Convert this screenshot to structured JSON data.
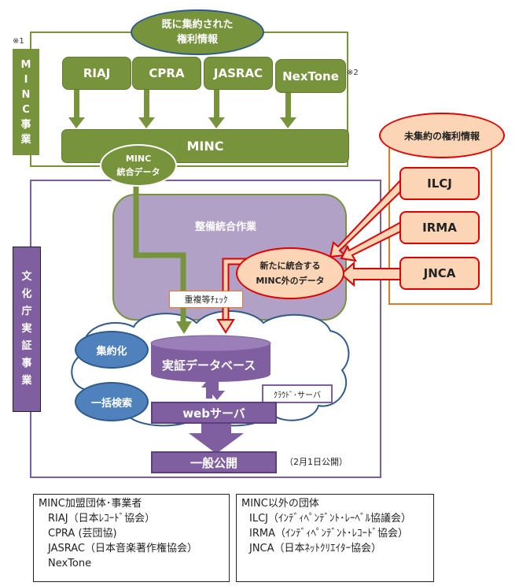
{
  "top_bubble": {
    "line1": "既に集約された",
    "line2": "権利情報"
  },
  "minc_section": {
    "note": "※1",
    "vertical_label": [
      "M",
      "I",
      "N",
      "C",
      "事",
      "業"
    ],
    "orgs": [
      {
        "name": "RIAJ"
      },
      {
        "name": "CPRA"
      },
      {
        "name": "JASRAC"
      },
      {
        "name": "NexTone",
        "note": "※2"
      }
    ],
    "minc_bar": "MINC",
    "minc_data_bubble": {
      "line1": "MINC",
      "line2": "統合データ"
    }
  },
  "unaggregated": {
    "title": "未集約の権利情報",
    "orgs": [
      "ILCJ",
      "IRMA",
      "JNCA"
    ]
  },
  "bunkacho_section": {
    "vertical_label": [
      "文",
      "化",
      "庁",
      "実",
      "証",
      "事",
      "業"
    ],
    "integration_work": "整備統合作業",
    "new_data_bubble": {
      "line1": "新たに統合する",
      "line2": "MINC外のデータ"
    },
    "duplicate_check": "重複等ﾁｪｯｸ",
    "aggregation": "集約化",
    "batch_search": "一括検索",
    "database": "実証データベース",
    "cloud_server": "ｸﾗｳﾄﾞ･サーバ",
    "web_server": "webサーバ",
    "public_release": "一般公開",
    "release_date": "（2月1日公開）"
  },
  "legend_left": {
    "title": "MINC加盟団体･事業者",
    "items": [
      "RIAJ（日本ﾚｺｰﾄﾞ協会）",
      "CPRA (芸団協)",
      "JASRAC（日本音楽著作権協会）",
      "NexTone"
    ]
  },
  "legend_right": {
    "title": "MINC以外の団体",
    "items": [
      "ILCJ（ｲﾝﾃﾞｨﾍﾟﾝﾃﾞﾝﾄ･ﾚｰﾍﾞﾙ協議会）",
      "IRMA（ｲﾝﾃﾞｨﾍﾟﾝﾃﾞﾝﾄ･ﾚｺｰﾄﾞ協会）",
      "JNCA（日本ﾈｯﾄｸﾘｴｲﾀｰ協会）"
    ]
  },
  "colors": {
    "minc_green": "#77933c",
    "purple": "#7f5fa0",
    "lavender": "#b2a1c7",
    "peach": "#fbd5b5",
    "red": "#e00000",
    "blue": "#4f81bd",
    "orange_border": "#e07b24"
  }
}
